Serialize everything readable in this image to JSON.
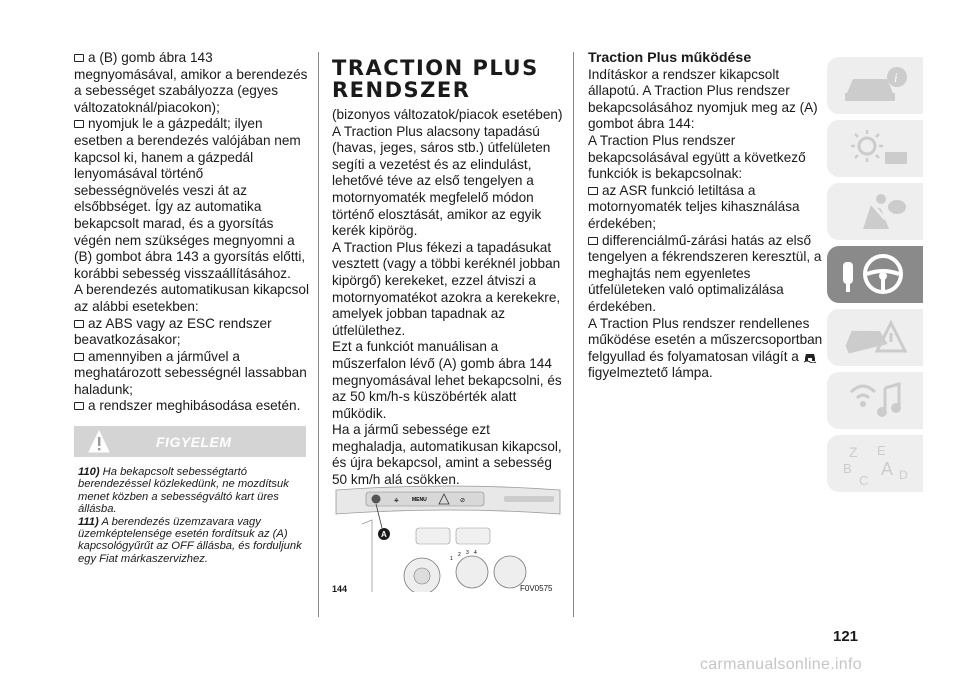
{
  "col1": {
    "b1": "a (B) gomb ábra 143 megnyomásával, amikor a berendezés a sebességet szabályozza (egyes változatoknál/piacokon);",
    "b2": "nyomjuk le a gázpedált; ilyen esetben a berendezés valójában nem kapcsol ki, hanem a gázpedál lenyomásával történő sebességnövelés veszi át az elsőbbséget. Így az automatika bekapcsolt marad, és a gyorsítás végén nem szükséges megnyomni a (B) gombot ábra 143 a gyorsítás előtti, korábbi sebesség visszaállításához.",
    "p1": "A berendezés automatikusan kikapcsol az alábbi esetekben:",
    "b3": "az ABS vagy az ESC rendszer beavatkozásakor;",
    "b4": "amennyiben a járművel a meghatározott sebességnél lassabban haladunk;",
    "b5": "a rendszer meghibásodása esetén."
  },
  "warning": {
    "title": "FIGYELEM",
    "icon": "warning-triangle-icon"
  },
  "notes": {
    "n1_num": "110)",
    "n1_text": "Ha bekapcsolt sebességtartó berendezéssel közlekedünk, ne mozdítsuk menet közben a sebességváltó kart üres állásba.",
    "n2_num": "111)",
    "n2_text": "A berendezés üzemzavara vagy üzemképtelensége esetén fordítsuk az (A) kapcsológyűrűt az OFF állásba, és forduljunk egy Fiat márkaszervizhez."
  },
  "col2": {
    "heading": "TRACTION PLUS RENDSZER",
    "p1": "(bizonyos változatok/piacok esetében)",
    "p2": "A Traction Plus alacsony tapadású (havas, jeges, sáros stb.) útfelületen segíti a vezetést és az elindulást, lehetővé téve az első tengelyen a motornyomaték megfelelő módon történő elosztását, amikor az egyik kerék kipörög.",
    "p3": "A Traction Plus fékezi a tapadásukat vesztett (vagy a többi keréknél jobban kipörgő) kerekeket, ezzel átviszi a motornyomatékot azokra a kerekekre, amelyek jobban tapadnak az útfelülethez.",
    "p4": "Ezt a funkciót manuálisan a műszerfalon lévő (A) gomb ábra 144 megnyomásával lehet bekapcsolni, és az 50 km/h-s küszöbérték alatt működik.",
    "p5": "Ha a jármű sebessége ezt meghaladja, automatikusan kikapcsol, és újra bekapcsol, amint a sebesség 50 km/h alá csökken."
  },
  "figure": {
    "number": "144",
    "code": "F0V0575",
    "callout": "A",
    "btn_menu": "MENU",
    "dial_nums": [
      "1",
      "2",
      "3",
      "4"
    ]
  },
  "col3": {
    "heading": "Traction Plus működése",
    "p1": "Indításkor a rendszer kikapcsolt állapotú. A Traction Plus rendszer bekapcsolásához nyomjuk meg az (A) gombot ábra 144:",
    "p2": "A Traction Plus rendszer bekapcsolásával együtt a következő funkciók is bekapcsolnak:",
    "b1": "az ASR funkció letiltása a motornyomaték teljes kihasználása érdekében;",
    "b2": "differenciálmű-zárási hatás az első tengelyen a fékrendszeren keresztül, a meghajtás nem egyenletes útfelületeken való optimalizálása érdekében.",
    "p3": "A Traction Plus rendszer rendellenes működése esetén a műszercsoportban felgyullad és folyamatosan világít a",
    "p3_end": "figyelmeztető lámpa."
  },
  "sidebar": {
    "tabs": [
      "car-info-icon",
      "dashboard-lights-icon",
      "airbag-seat-icon",
      "steering-wheel-icon",
      "car-crash-icon",
      "media-icon",
      "alphabet-index-icon"
    ],
    "active_index": 3
  },
  "page_number": "121",
  "watermark": "carmanualsonline.info"
}
